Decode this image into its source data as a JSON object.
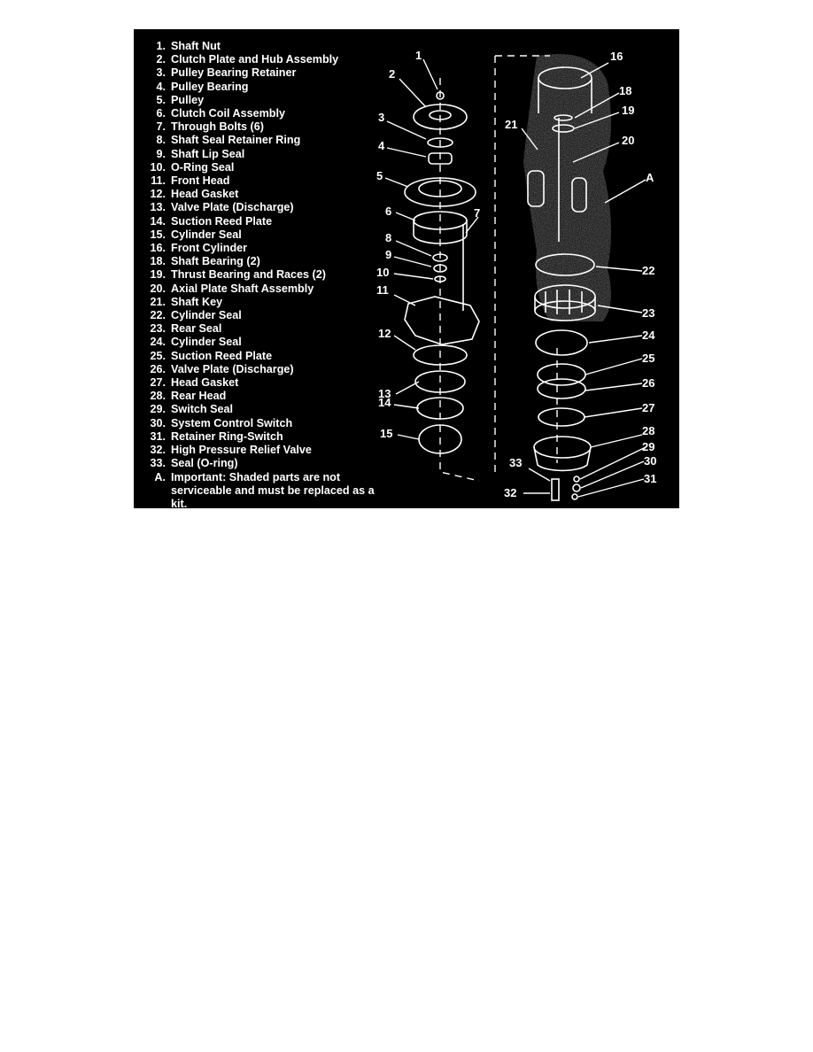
{
  "legend": [
    {
      "num": "1.",
      "text": "Shaft Nut"
    },
    {
      "num": "2.",
      "text": "Clutch Plate and Hub Assembly"
    },
    {
      "num": "3.",
      "text": "Pulley Bearing Retainer"
    },
    {
      "num": "4.",
      "text": "Pulley Bearing"
    },
    {
      "num": "5.",
      "text": "Pulley"
    },
    {
      "num": "6.",
      "text": "Clutch Coil Assembly"
    },
    {
      "num": "7.",
      "text": "Through Bolts (6)"
    },
    {
      "num": "8.",
      "text": "Shaft Seal Retainer Ring"
    },
    {
      "num": "9.",
      "text": "Shaft Lip Seal"
    },
    {
      "num": "10.",
      "text": "O-Ring Seal"
    },
    {
      "num": "11.",
      "text": "Front Head"
    },
    {
      "num": "12.",
      "text": "Head Gasket"
    },
    {
      "num": "13.",
      "text": "Valve Plate (Discharge)"
    },
    {
      "num": "14.",
      "text": "Suction Reed Plate"
    },
    {
      "num": "15.",
      "text": "Cylinder Seal"
    },
    {
      "num": "16.",
      "text": "Front Cylinder"
    },
    {
      "num": "18.",
      "text": "Shaft Bearing (2)"
    },
    {
      "num": "19.",
      "text": "Thrust Bearing and Races (2)"
    },
    {
      "num": "20.",
      "text": "Axial Plate Shaft Assembly"
    },
    {
      "num": "21.",
      "text": "Shaft Key"
    },
    {
      "num": "22.",
      "text": "Cylinder Seal"
    },
    {
      "num": "23.",
      "text": "Rear Seal"
    },
    {
      "num": "24.",
      "text": "Cylinder Seal"
    },
    {
      "num": "25.",
      "text": "Suction Reed Plate"
    },
    {
      "num": "26.",
      "text": "Valve Plate (Discharge)"
    },
    {
      "num": "27.",
      "text": "Head Gasket"
    },
    {
      "num": "28.",
      "text": "Rear Head"
    },
    {
      "num": "29.",
      "text": "Switch Seal"
    },
    {
      "num": "30.",
      "text": "System Control Switch"
    },
    {
      "num": "31.",
      "text": "Retainer Ring-Switch"
    },
    {
      "num": "32.",
      "text": "High Pressure Relief Valve"
    },
    {
      "num": "33.",
      "text": "Seal (O-ring)"
    },
    {
      "num": "A.",
      "text": "Important: Shaded parts are not serviceable and must be replaced as a kit."
    }
  ],
  "callouts": {
    "c1": "1",
    "c2": "2",
    "c3": "3",
    "c4": "4",
    "c5": "5",
    "c6": "6",
    "c7": "7",
    "c8": "8",
    "c9": "9",
    "c10": "10",
    "c11": "11",
    "c12": "12",
    "c13": "13",
    "c14": "14",
    "c15": "15",
    "c16": "16",
    "c18": "18",
    "c19": "19",
    "c20": "20",
    "c21": "21",
    "cA": "A",
    "c22": "22",
    "c23": "23",
    "c24": "24",
    "c25": "25",
    "c26": "26",
    "c27": "27",
    "c28": "28",
    "c29": "29",
    "c30": "30",
    "c31": "31",
    "c33": "33",
    "c32": "32"
  },
  "colors": {
    "background": "#000000",
    "ink": "#ffffff",
    "shading": "#8a8a8a"
  }
}
